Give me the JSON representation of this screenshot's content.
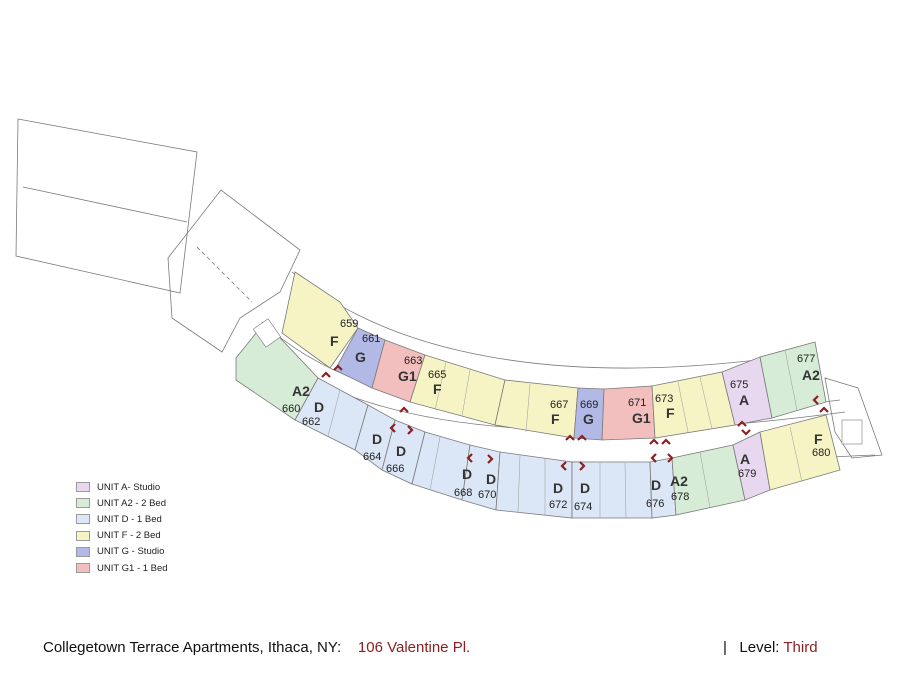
{
  "legend": [
    {
      "label": "UNIT A- Studio",
      "color": "#e8d8ef"
    },
    {
      "label": "UNIT A2 - 2 Bed",
      "color": "#d6ecd6"
    },
    {
      "label": "UNIT D - 1 Bed",
      "color": "#dbe6f6"
    },
    {
      "label": "UNIT F - 2 Bed",
      "color": "#f6f4c4"
    },
    {
      "label": "UNIT G - Studio",
      "color": "#b3b9e6"
    },
    {
      "label": "UNIT G1 - 1 Bed",
      "color": "#f3bebe"
    }
  ],
  "units": [
    {
      "num": "659",
      "type": "F"
    },
    {
      "num": "661",
      "type": "G"
    },
    {
      "num": "663",
      "type": "G1"
    },
    {
      "num": "665",
      "type": "F"
    },
    {
      "num": "667",
      "type": "F"
    },
    {
      "num": "669",
      "type": "G"
    },
    {
      "num": "671",
      "type": "G1"
    },
    {
      "num": "673",
      "type": "F"
    },
    {
      "num": "675",
      "type": "A"
    },
    {
      "num": "677",
      "type": "A2"
    },
    {
      "num": "660",
      "type": "A2"
    },
    {
      "num": "662",
      "type": "D"
    },
    {
      "num": "664",
      "type": "D"
    },
    {
      "num": "666",
      "type": "D"
    },
    {
      "num": "668",
      "type": "D"
    },
    {
      "num": "670",
      "type": "D"
    },
    {
      "num": "672",
      "type": "D"
    },
    {
      "num": "674",
      "type": "D"
    },
    {
      "num": "676",
      "type": "D"
    },
    {
      "num": "678",
      "type": "A2"
    },
    {
      "num": "679",
      "type": "A"
    },
    {
      "num": "680",
      "type": "F"
    }
  ],
  "footer": {
    "project": "Collegetown Terrace Apartments,  Ithaca, NY:",
    "address": "106 Valentine Pl.",
    "separator": "|",
    "level_label": "Level:",
    "level_value": "Third"
  },
  "colors": {
    "accent": "#8c2020",
    "wall": "#7a7a7a"
  }
}
